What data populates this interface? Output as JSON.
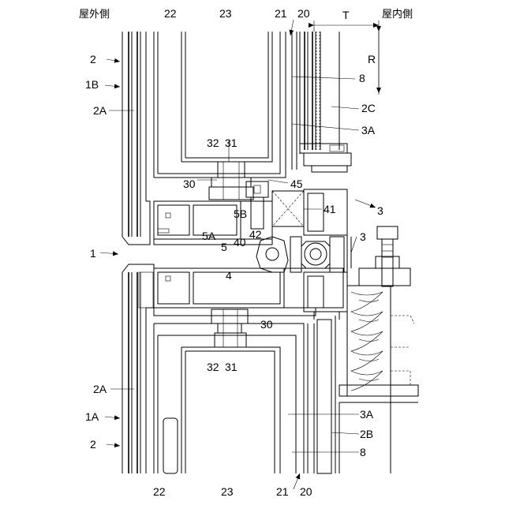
{
  "sides": {
    "outdoor": "屋外側",
    "indoor": "屋内側"
  },
  "dimensions": {
    "thickness": "T",
    "range": "R"
  },
  "labels": {
    "l1": "1",
    "l1A": "1A",
    "l1B": "1B",
    "l2_top": "2",
    "l2_bottom": "2",
    "l2A_top": "2A",
    "l2A_bottom": "2A",
    "l2B": "2B",
    "l2C": "2C",
    "l3_top": "3",
    "l3_mid": "3",
    "l3A_top": "3A",
    "l3A_bottom": "3A",
    "l4": "4",
    "l5": "5",
    "l5A": "5A",
    "l5B": "5B",
    "l8_top": "8",
    "l8_bottom": "8",
    "l20_top": "20",
    "l20_bottom": "20",
    "l21_top": "21",
    "l21_bottom": "21",
    "l22_top": "22",
    "l22_bottom": "22",
    "l23_top": "23",
    "l23_bottom": "23",
    "l30_top": "30",
    "l30_bottom": "30",
    "l31_top": "31",
    "l31_bottom": "31",
    "l32_top": "32",
    "l32_bottom": "32",
    "l40": "40",
    "l41": "41",
    "l42": "42",
    "l45": "45"
  }
}
